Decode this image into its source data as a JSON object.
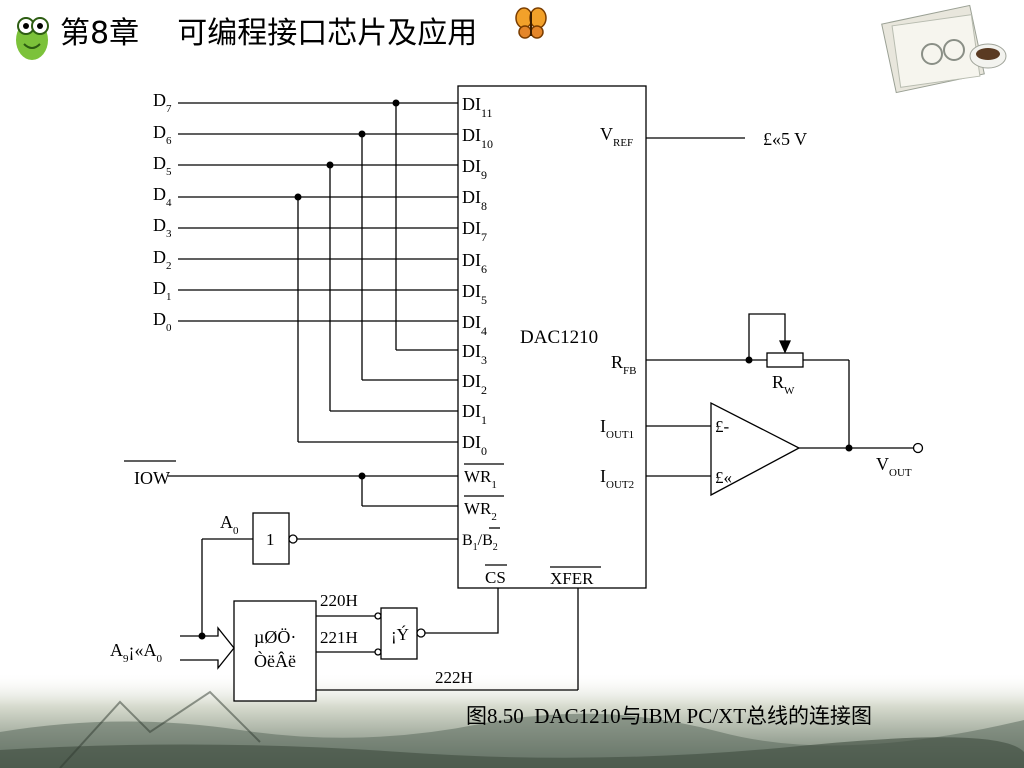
{
  "header": {
    "title": "第8章    可编程接口芯片及应用"
  },
  "diagram": {
    "chip": {
      "name": "DAC1210",
      "left_pins": [
        {
          "base": "DI",
          "sub": "11"
        },
        {
          "base": "DI",
          "sub": "10"
        },
        {
          "base": "DI",
          "sub": "9"
        },
        {
          "base": "DI",
          "sub": "8"
        },
        {
          "base": "DI",
          "sub": "7"
        },
        {
          "base": "DI",
          "sub": "6"
        },
        {
          "base": "DI",
          "sub": "5"
        },
        {
          "base": "DI",
          "sub": "4"
        },
        {
          "base": "DI",
          "sub": "3"
        },
        {
          "base": "DI",
          "sub": "2"
        },
        {
          "base": "DI",
          "sub": "1"
        },
        {
          "base": "DI",
          "sub": "0"
        }
      ],
      "wr1": {
        "base": "WR",
        "sub": "1"
      },
      "wr2": {
        "base": "WR",
        "sub": "2"
      },
      "b1b2": {
        "b1": "B",
        "b1sub": "1",
        "slash": "/",
        "b2": "B",
        "b2sub": "2"
      },
      "cs": "CS",
      "xfer": "XFER",
      "vref": {
        "base": "V",
        "sub": "REF"
      },
      "rfb": {
        "base": "R",
        "sub": "FB"
      },
      "iout1": {
        "base": "I",
        "sub": "OUT1"
      },
      "iout2": {
        "base": "I",
        "sub": "OUT2"
      }
    },
    "data_lines": [
      {
        "base": "D",
        "sub": "7"
      },
      {
        "base": "D",
        "sub": "6"
      },
      {
        "base": "D",
        "sub": "5"
      },
      {
        "base": "D",
        "sub": "4"
      },
      {
        "base": "D",
        "sub": "3"
      },
      {
        "base": "D",
        "sub": "2"
      },
      {
        "base": "D",
        "sub": "1"
      },
      {
        "base": "D",
        "sub": "0"
      }
    ],
    "vref_value": "£«5 V",
    "rw": {
      "base": "R",
      "sub": "W"
    },
    "opamp": {
      "minus": "£-",
      "plus": "£«"
    },
    "vout": {
      "base": "V",
      "sub": "OUT"
    },
    "iow": "IOW",
    "a0": {
      "base": "A",
      "sub": "0"
    },
    "inverter": "1",
    "decoder": {
      "line1": "µØÖ·",
      "line2": "ÒëÂë"
    },
    "decoder_input": {
      "a9": "A",
      "a9sub": "9",
      "mid": "¡«A",
      "a0sub": "0"
    },
    "addr_220": "220H",
    "addr_221": "221H",
    "addr_222": "222H",
    "or_gate": "¡Ý"
  },
  "caption": "图8.50  DAC1210与IBM PC/XT总线的连接图"
}
